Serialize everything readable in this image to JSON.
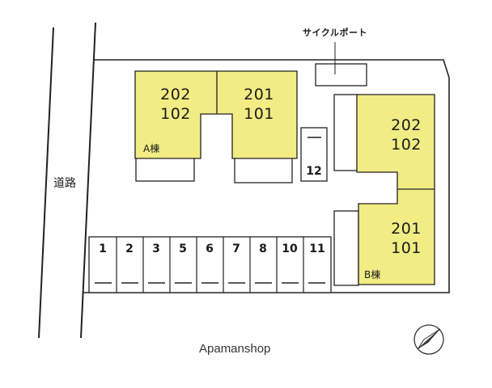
{
  "road_label": "道路",
  "cycle_port_label": "サイクルポート",
  "watermark": "Apamanshop",
  "building_a": {
    "name": "A棟",
    "left_unit": {
      "upper": "202",
      "lower": "102"
    },
    "right_unit": {
      "upper": "201",
      "lower": "101"
    }
  },
  "building_b": {
    "name": "B棟",
    "upper_unit": {
      "upper": "202",
      "lower": "102"
    },
    "lower_unit": {
      "upper": "201",
      "lower": "101"
    }
  },
  "parking": {
    "spaces": [
      "1",
      "2",
      "3",
      "5",
      "6",
      "7",
      "8",
      "10",
      "11"
    ],
    "extra_space": "12"
  },
  "colors": {
    "building_fill": "#f2ec84",
    "line": "#222222"
  },
  "icons": [
    "north-arrow-icon"
  ]
}
